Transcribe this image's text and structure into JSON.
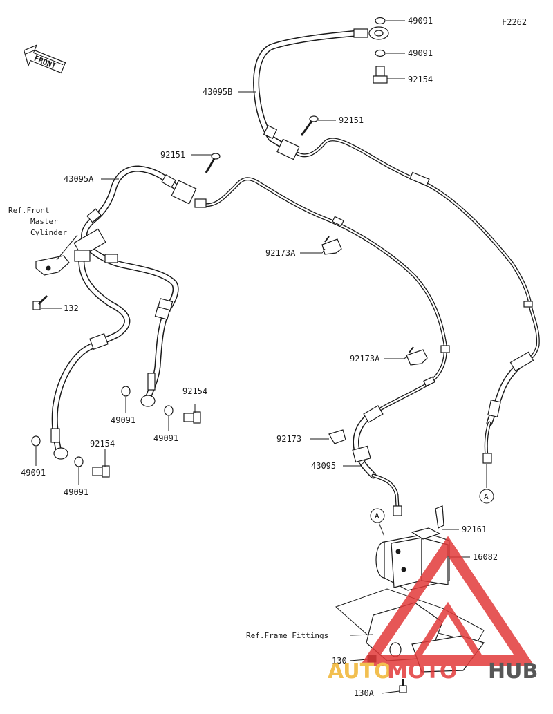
{
  "diagram_code": "F2262",
  "front_arrow_text": "FRONT",
  "callouts": {
    "p49091_top1": "49091",
    "p49091_top2": "49091",
    "p92154_top": "92154",
    "p92151_right": "92151",
    "p43095B": "43095B",
    "p92151_left": "92151",
    "p43095A": "43095A",
    "ref_front_line1": "Ref.Front",
    "ref_front_line2": "Master",
    "ref_front_line3": "Cylinder",
    "p132": "132",
    "p92173A_upper": "92173A",
    "p92173A_lower": "92173A",
    "p92154_mid": "92154",
    "p49091_mid_a": "49091",
    "p49091_mid_b": "49091",
    "p92173": "92173",
    "p43095": "43095",
    "p92154_low": "92154",
    "p49091_low_a": "49091",
    "p49091_low_b": "49091",
    "circle_A_right": "A",
    "circle_A_abs": "A",
    "p92161": "92161",
    "p16082": "16082",
    "ref_frame": "Ref.Frame Fittings",
    "p130": "130",
    "p130A": "130A"
  },
  "watermark": {
    "word_part1": "AUTO",
    "word_part2": "MOTO",
    "word_part3": "HUB",
    "colors": {
      "triangle": "#e23a3a",
      "auto": "#f0b432",
      "moto": "#e23a3a",
      "hub": "#3a3a3a"
    }
  }
}
